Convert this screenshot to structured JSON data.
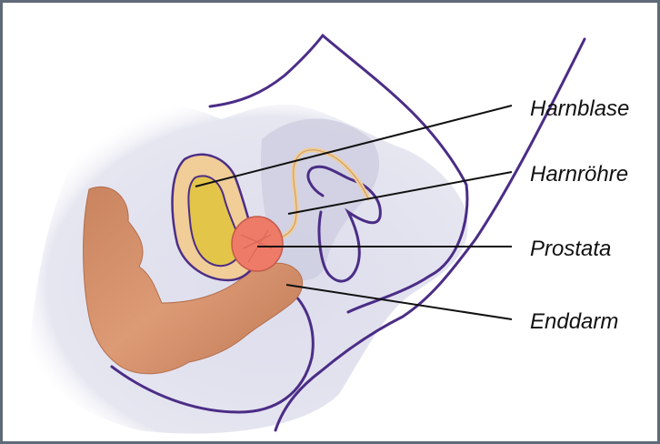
{
  "labels": {
    "bladder": "Harnblase",
    "urethra": "Harnröhre",
    "prostate": "Prostata",
    "rectum": "Enddarm"
  },
  "colors": {
    "border": "#5f6b78",
    "body_fill": "#e3e3ef",
    "outline": "#4b2d86",
    "bladder_outer": "#f1cd97",
    "bladder_inner": "#e3c54a",
    "prostate": "#ee7a68",
    "rectum": "#d68f6b",
    "leader_line": "#111111"
  }
}
